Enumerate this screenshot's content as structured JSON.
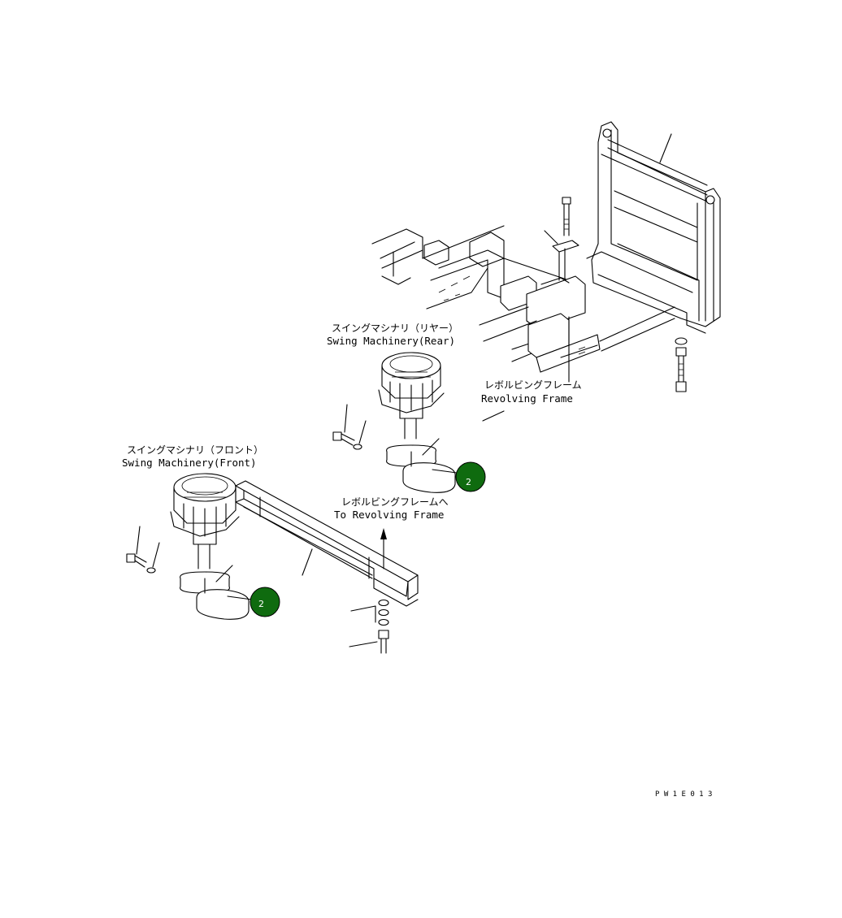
{
  "labels": {
    "rear_jp": "スイングマシナリ（リヤー）",
    "rear_en": "Swing Machinery(Rear)",
    "front_jp": "スイングマシナリ（フロント）",
    "front_en": "Swing Machinery(Front)",
    "frame_jp": "レボルビングフレーム",
    "frame_en": "Revolving Frame",
    "to_frame_jp": "レボルビングフレームへ",
    "to_frame_en": "To Revolving Frame",
    "drawing_code": "P W 1 E 0 1 3"
  },
  "callouts": [
    {
      "id": "callout-rear",
      "number": "2"
    },
    {
      "id": "callout-front",
      "number": "2"
    }
  ],
  "colors": {
    "callout_fill": "#0f6b0f",
    "line": "#000000",
    "background": "#ffffff"
  }
}
